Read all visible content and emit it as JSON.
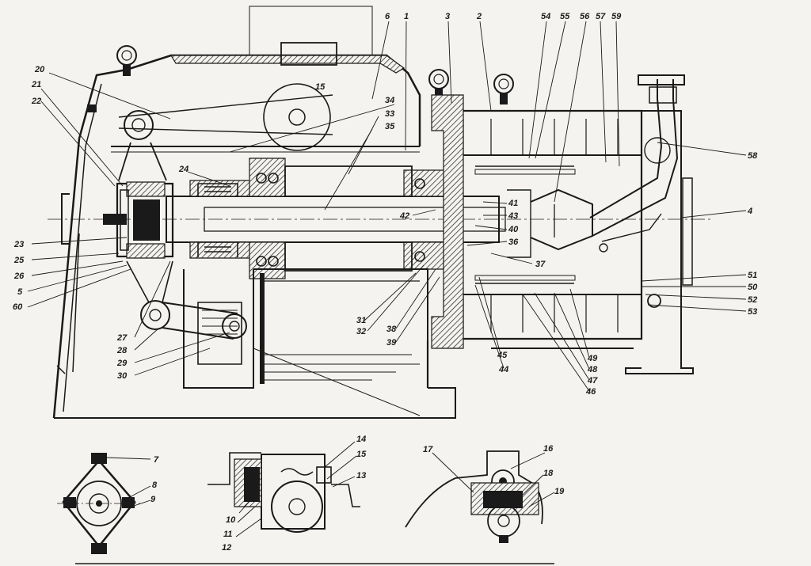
{
  "drawing": {
    "main_labels": [
      "6",
      "1",
      "3",
      "2",
      "54",
      "55",
      "56",
      "57",
      "59",
      "20",
      "21",
      "22",
      "15",
      "34",
      "33",
      "35",
      "24",
      "58",
      "4",
      "42",
      "41",
      "43",
      "40",
      "36",
      "37",
      "23",
      "25",
      "26",
      "5",
      "60",
      "51",
      "50",
      "52",
      "53",
      "31",
      "32",
      "38",
      "39",
      "27",
      "28",
      "29",
      "30",
      "45",
      "44",
      "49",
      "48",
      "47",
      "46"
    ],
    "detail_a_labels": [
      "7",
      "8",
      "9"
    ],
    "detail_b_labels": [
      "14",
      "15",
      "13",
      "10",
      "11",
      "12"
    ],
    "detail_c_labels": [
      "17",
      "16",
      "18",
      "19"
    ]
  },
  "colors": {
    "ink": "#1a1a1a",
    "paper": "#f4f3ef",
    "label": "#1c1c1c"
  }
}
